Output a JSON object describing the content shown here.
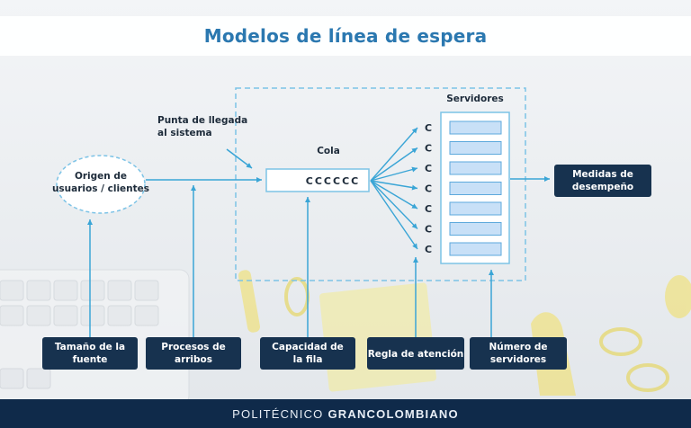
{
  "title": "Modelos de línea de espera",
  "origin": {
    "line1": "Origen de",
    "line2": "usuarios / clientes"
  },
  "arrival_point": {
    "line1": "Punta de llegada",
    "line2": "al sistema"
  },
  "queue": {
    "label": "Cola",
    "content": "CCCCCC"
  },
  "servers": {
    "label": "Servidores",
    "customer_letter": "C",
    "count": 7
  },
  "measures": {
    "line1": "Medidas de",
    "line2": "desempeño"
  },
  "bottom_boxes": [
    {
      "line1": "Tamaño de la",
      "line2": "fuente"
    },
    {
      "line1": "Procesos de",
      "line2": "arribos"
    },
    {
      "line1": "Capacidad de",
      "line2": "la fila"
    },
    {
      "line1": "Regla de atención",
      "line2": ""
    },
    {
      "line1": "Número de",
      "line2": "servidores"
    }
  ],
  "footer": {
    "part1": "POLITÉCNICO",
    "part2": "GRANCOLOMBIANO"
  },
  "colors": {
    "title": "#2b78b0",
    "dark_box": "#17324f",
    "arrow": "#3aa5d6",
    "server_slot": "#c8e0f7",
    "footer": "#0f2a4a"
  }
}
